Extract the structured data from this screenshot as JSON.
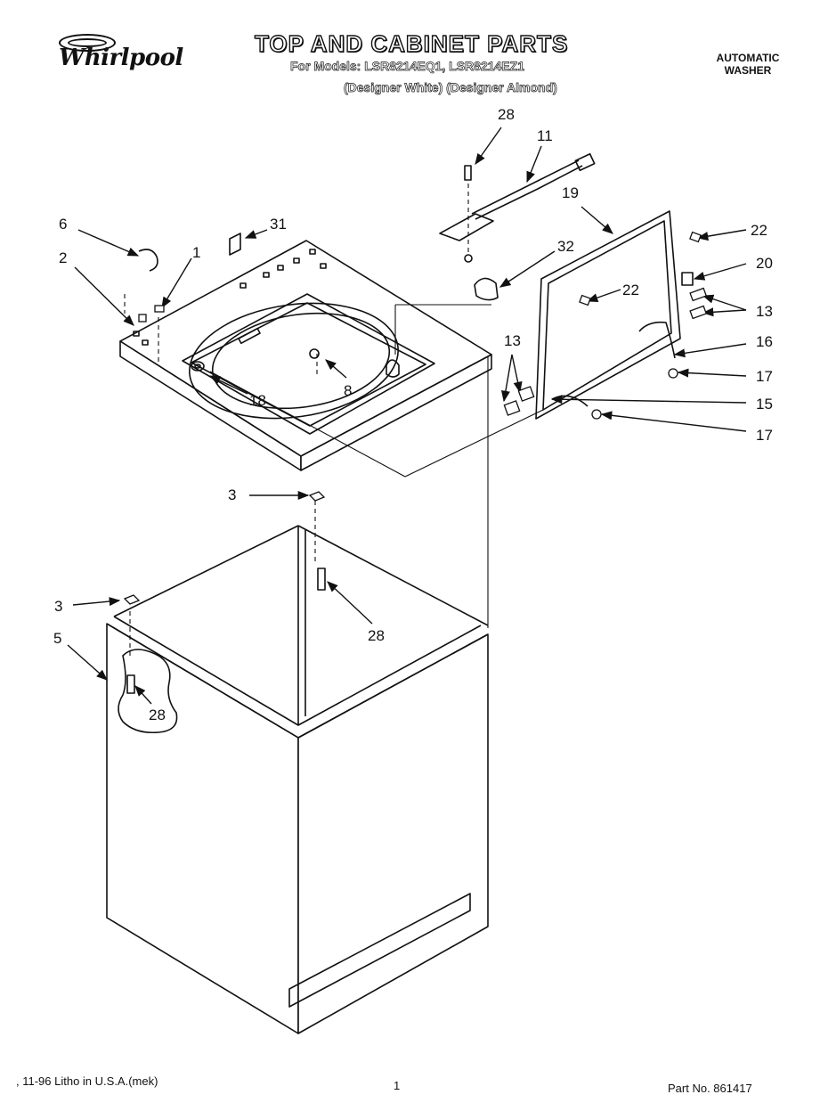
{
  "header": {
    "brand": "Whirlpool",
    "title": "TOP AND CABINET PARTS",
    "models_line": "For Models: LSR8214EQ1, LSR8214EZ1",
    "models_colors": "(Designer White) (Designer Almond)",
    "product_type_line1": "AUTOMATIC",
    "product_type_line2": "WASHER"
  },
  "callouts": {
    "c28a": "28",
    "c11": "11",
    "c19": "19",
    "c6": "6",
    "c31": "31",
    "c1": "1",
    "c2": "2",
    "c32": "32",
    "c22a": "22",
    "c20": "20",
    "c22b": "22",
    "c13a": "13",
    "c16": "16",
    "c13b": "13",
    "c17a": "17",
    "c8": "8",
    "c18": "18",
    "c15": "15",
    "c17b": "17",
    "c3a": "3",
    "c28b": "28",
    "c3b": "3",
    "c5": "5",
    "c28c": "28"
  },
  "footer": {
    "litho": ", 11-96 Litho in U.S.A.(mek)",
    "page": "1",
    "part_no": "Part No. 861417"
  }
}
